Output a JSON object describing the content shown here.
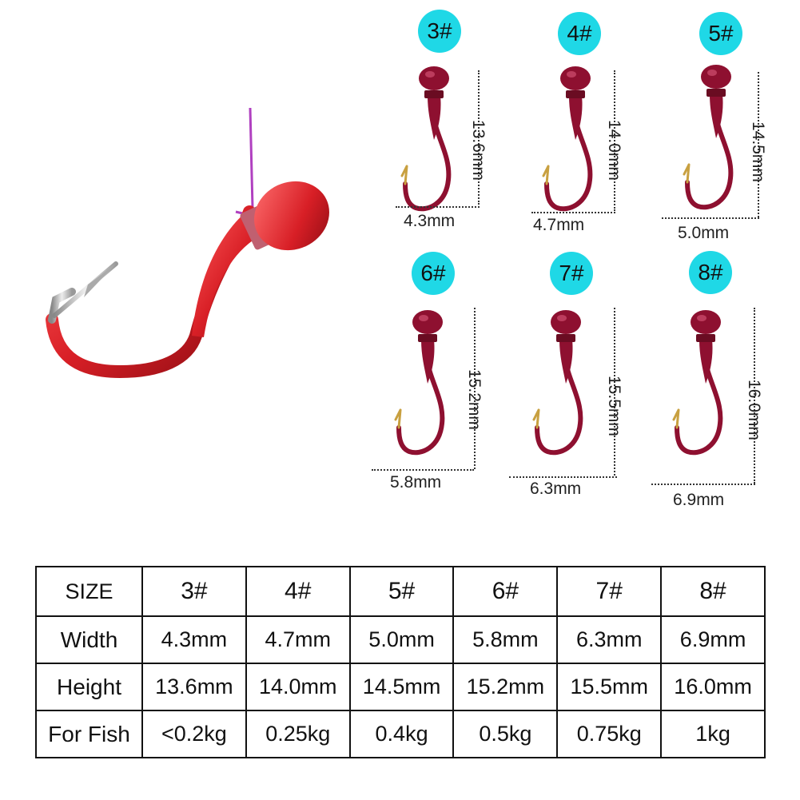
{
  "hooks": [
    {
      "size": "3#",
      "width": "4.3mm",
      "height": "13.6mm"
    },
    {
      "size": "4#",
      "width": "4.7mm",
      "height": "14.0mm"
    },
    {
      "size": "5#",
      "width": "5.0mm",
      "height": "14.5mm"
    },
    {
      "size": "6#",
      "width": "5.8mm",
      "height": "15.2mm"
    },
    {
      "size": "7#",
      "width": "6.3mm",
      "height": "15.5mm"
    },
    {
      "size": "8#",
      "width": "6.9mm",
      "height": "16.0mm"
    }
  ],
  "table": {
    "row_headers": [
      "SIZE",
      "Width",
      "Height",
      "For Fish"
    ],
    "sizes": [
      "3#",
      "4#",
      "5#",
      "6#",
      "7#",
      "8#"
    ],
    "widths": [
      "4.3mm",
      "4.7mm",
      "5.0mm",
      "5.8mm",
      "6.3mm",
      "6.9mm"
    ],
    "heights": [
      "13.6mm",
      "14.0mm",
      "14.5mm",
      "15.2mm",
      "15.5mm",
      "16.0mm"
    ],
    "for_fish": [
      "<0.2kg",
      "0.25kg",
      "0.4kg",
      "0.5kg",
      "0.75kg",
      "1kg"
    ]
  },
  "colors": {
    "badge": "#1fd8e6",
    "hook_large": "#d81f26",
    "hook_small": "#8e1030",
    "line": "#b040c0"
  }
}
